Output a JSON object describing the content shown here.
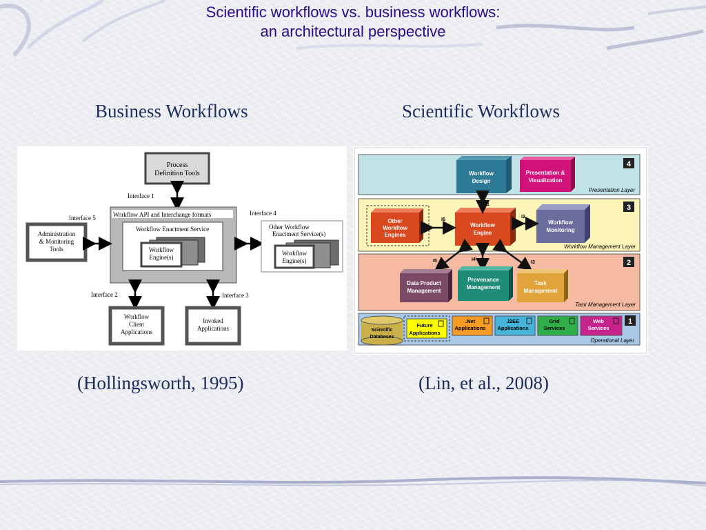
{
  "slide": {
    "title_line1": "Scientific workflows vs. business workflows:",
    "title_line2": "an architectural perspective"
  },
  "business": {
    "heading": "Business Workflows",
    "citation": "(Hollingsworth, 1995)",
    "process_tools": [
      "Process",
      "Definition Tools"
    ],
    "interface1": "Interface 1",
    "interface2": "Interface 2",
    "interface3": "Interface 3",
    "interface4": "Interface 4",
    "interface5": "Interface 5",
    "api_label": "Workflow API and Interchange formats",
    "enactment": "Workflow Enactment Service",
    "engine": [
      "Workflow",
      "Engine(s)"
    ],
    "admin": [
      "Administration",
      "& Monitoring",
      "Tools"
    ],
    "other_enactment": [
      "Other Workflow",
      "Enactment Service(s)"
    ],
    "other_engine": [
      "Workflow",
      "Engine(s)"
    ],
    "client": [
      "Workflow",
      "Client",
      "Applications"
    ],
    "invoked": [
      "Invoked",
      "Applications"
    ]
  },
  "scientific": {
    "heading": "Scientific Workflows",
    "citation": "(Lin, et al., 2008)",
    "layer4": {
      "number": "4",
      "name": "Presentation Layer",
      "color": "#bfe3e6"
    },
    "layer3": {
      "number": "3",
      "name": "Workflow Management Layer",
      "color": "#fdf5b8"
    },
    "layer2": {
      "number": "2",
      "name": "Task Management Layer",
      "color": "#f6b9a1"
    },
    "layer1": {
      "number": "1",
      "name": "Operational Layer",
      "color": "#a9c8e8"
    },
    "workflow_design": [
      "Workflow",
      "Design"
    ],
    "presentation_viz": [
      "Presentation &",
      "Visualization"
    ],
    "other_engines": [
      "Other",
      "Workflow",
      "Engines"
    ],
    "workflow_engine": [
      "Workflow",
      "Engine"
    ],
    "workflow_monitoring": [
      "Workflow",
      "Monitoring"
    ],
    "data_product": [
      "Data Product",
      "Management"
    ],
    "provenance": [
      "Provenance",
      "Management"
    ],
    "task_mgmt": [
      "Task",
      "Management"
    ],
    "sci_db": [
      "Scientific",
      "Databases"
    ],
    "future_apps": [
      "Future",
      "Applications"
    ],
    "net_apps": [
      ".Net",
      "Applications"
    ],
    "j2ee_apps": [
      "J2EE",
      "Applications"
    ],
    "grid_services": [
      "Grid",
      "Services"
    ],
    "web_services": [
      "Web",
      "Services"
    ],
    "i1": "I1",
    "i2": "I2",
    "i3": "I3",
    "i4": "I4",
    "i5": "I5",
    "i6": "I6",
    "colors": {
      "workflow_design": "#2e7a96",
      "presentation_viz": "#d1127a",
      "other_engines": "#d9481f",
      "workflow_engine": "#d9481f",
      "workflow_monitoring": "#6b6e9c",
      "data_product": "#7b4a66",
      "provenance": "#1e8c76",
      "task_mgmt": "#e0a43a",
      "sci_db": "#cbb04a",
      "future_apps": "#ffff00",
      "net_apps": "#f59a25",
      "j2ee_apps": "#46b4d8",
      "grid_services": "#2fae4a",
      "web_services": "#c7238c"
    }
  }
}
